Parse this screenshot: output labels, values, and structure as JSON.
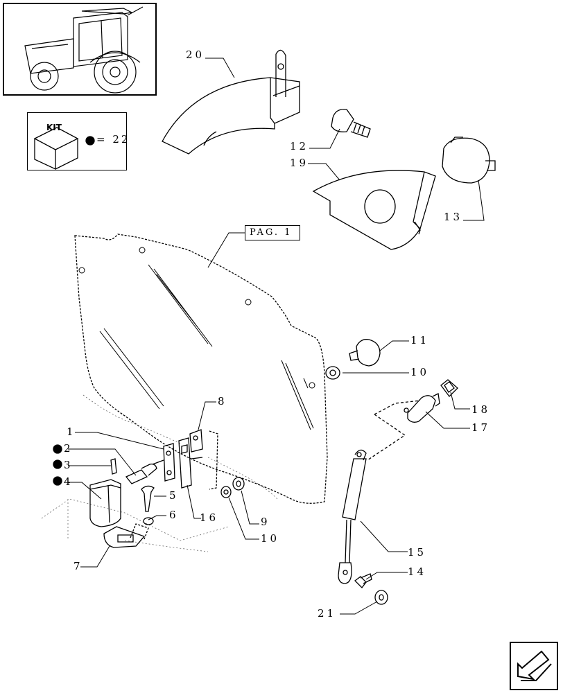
{
  "kit": {
    "label": "KIT",
    "equals_text": "= 22"
  },
  "pag_reference": "PAG. 1",
  "callouts": {
    "c1": "1",
    "c2": "2",
    "c3": "3",
    "c4": "4",
    "c5": "5",
    "c6": "6",
    "c7": "7",
    "c8": "8",
    "c9": "9",
    "c10a": "10",
    "c10b": "10",
    "c11": "11",
    "c12": "12",
    "c13": "13",
    "c14": "14",
    "c15": "15",
    "c16": "16",
    "c17": "17",
    "c18": "18",
    "c19": "19",
    "c20": "20",
    "c21": "21"
  },
  "icons": {
    "kit": "kit-box-icon",
    "bullet": "kit-bullet-icon",
    "nav": "next-page-arrow-icon",
    "thumbnail": "tractor-thumbnail-icon"
  }
}
